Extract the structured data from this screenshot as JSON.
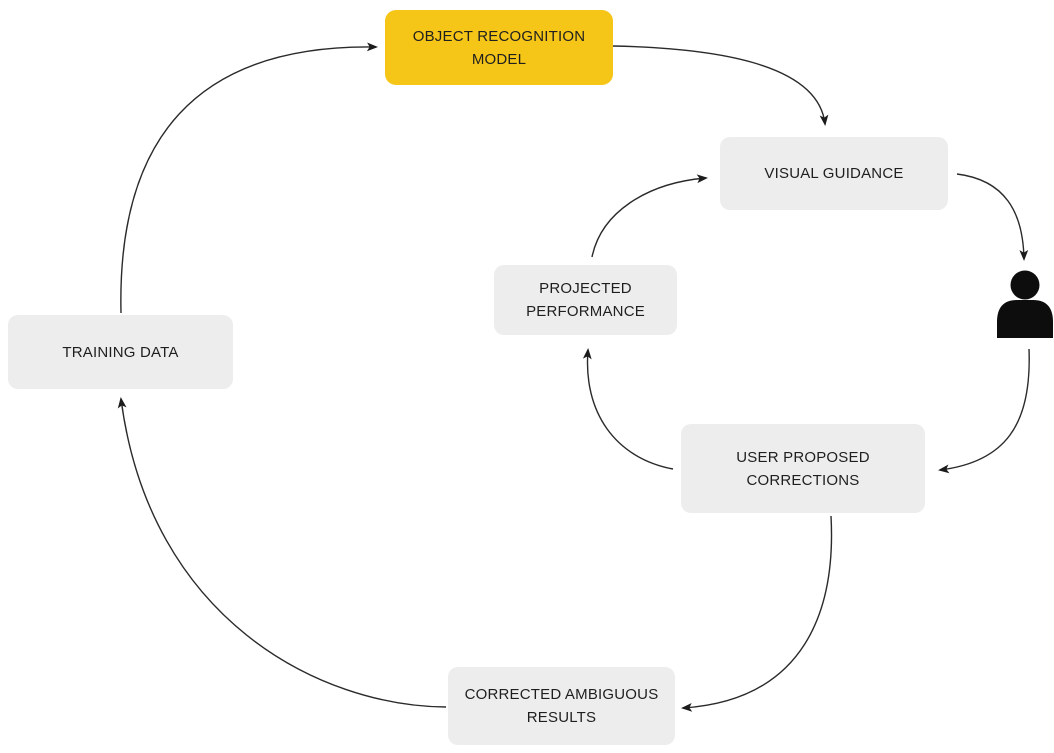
{
  "diagram": {
    "colors": {
      "background": "#ffffff",
      "highlight_node_fill": "#f5c518",
      "node_fill": "#ededed",
      "text": "#1f1f1f",
      "arrow": "#222222"
    },
    "nodes": {
      "object_recognition_model": {
        "label": "OBJECT RECOGNITION MODEL",
        "highlighted": true
      },
      "visual_guidance": {
        "label": "VISUAL GUIDANCE",
        "highlighted": false
      },
      "projected_performance": {
        "label": "PROJECTED PERFORMANCE",
        "highlighted": false
      },
      "user": {
        "icon": "person-icon"
      },
      "user_proposed_corrections": {
        "label": "USER PROPOSED CORRECTIONS",
        "highlighted": false
      },
      "corrected_ambiguous_results": {
        "label": "CORRECTED AMBIGUOUS RESULTS",
        "highlighted": false
      },
      "training_data": {
        "label": "TRAINING DATA",
        "highlighted": false
      }
    },
    "edges": [
      {
        "from": "training_data",
        "to": "object_recognition_model"
      },
      {
        "from": "object_recognition_model",
        "to": "visual_guidance"
      },
      {
        "from": "visual_guidance",
        "to": "user"
      },
      {
        "from": "user",
        "to": "user_proposed_corrections"
      },
      {
        "from": "user_proposed_corrections",
        "to": "projected_performance"
      },
      {
        "from": "projected_performance",
        "to": "visual_guidance"
      },
      {
        "from": "user_proposed_corrections",
        "to": "corrected_ambiguous_results"
      },
      {
        "from": "corrected_ambiguous_results",
        "to": "training_data"
      }
    ]
  }
}
